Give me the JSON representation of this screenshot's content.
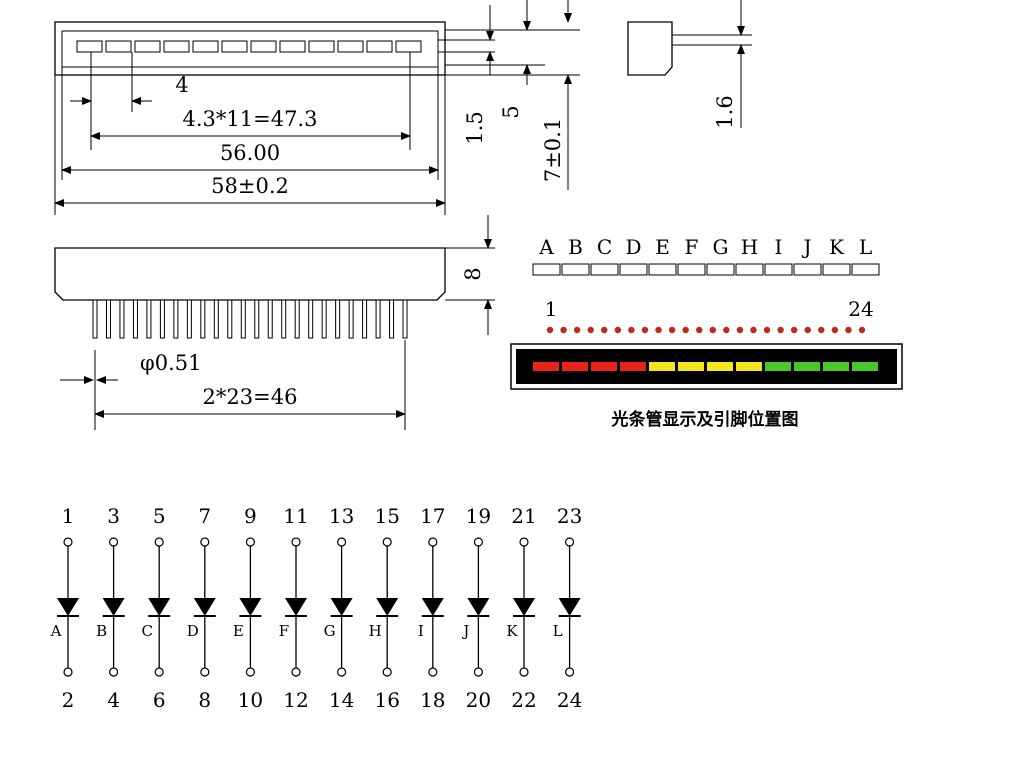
{
  "dimensions": {
    "segment_width": "4",
    "pitch_total": "4.3*11=47.3",
    "width_inner": "56.00",
    "width_outer": "58±0.2",
    "height_1_5": "1.5",
    "height_5": "5",
    "height_7": "7±0.1",
    "side_1_6": "1.6",
    "height_8": "8",
    "pin_diameter": "φ0.51",
    "pin_span": "2*23=46"
  },
  "bar_labels": [
    "A",
    "B",
    "C",
    "D",
    "E",
    "F",
    "G",
    "H",
    "I",
    "J",
    "K",
    "L"
  ],
  "dot_row": {
    "left_label": "1",
    "right_label": "24",
    "dot_count": 24,
    "dot_color": "#c0281c"
  },
  "bar_colors": [
    "#e8231c",
    "#e8231c",
    "#e8231c",
    "#e8231c",
    "#f4e61c",
    "#f4e61c",
    "#f4e61c",
    "#f4e61c",
    "#48c82a",
    "#48c82a",
    "#48c82a",
    "#48c82a"
  ],
  "caption": "光条管显示及引脚位置图",
  "schematic": {
    "top_pins": [
      "1",
      "3",
      "5",
      "7",
      "9",
      "11",
      "13",
      "15",
      "17",
      "19",
      "21",
      "23"
    ],
    "bottom_pins": [
      "2",
      "4",
      "6",
      "8",
      "10",
      "12",
      "14",
      "16",
      "18",
      "20",
      "22",
      "24"
    ],
    "diode_labels": [
      "A",
      "B",
      "C",
      "D",
      "E",
      "F",
      "G",
      "H",
      "I",
      "J",
      "K",
      "L"
    ]
  }
}
